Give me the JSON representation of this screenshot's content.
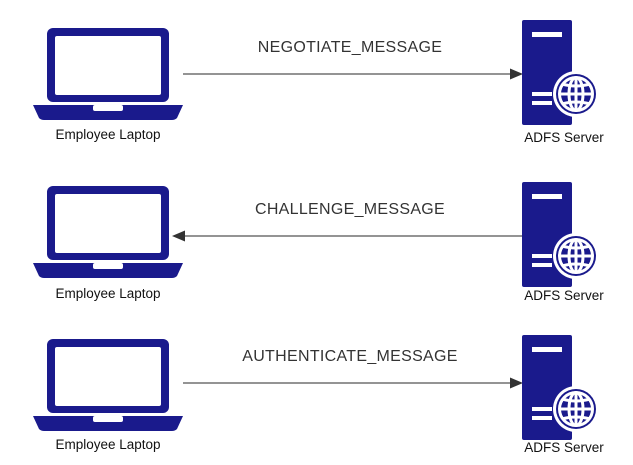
{
  "colors": {
    "device": "#1a1a8c",
    "arrow": "#555555",
    "text": "#111111"
  },
  "rows": [
    {
      "laptop_label": "Employee Laptop",
      "message": "NEGOTIATE_MESSAGE",
      "server_label": "ADFS Server",
      "direction": "to-server"
    },
    {
      "laptop_label": "Employee Laptop",
      "message": "CHALLENGE_MESSAGE",
      "server_label": "ADFS Server",
      "direction": "to-laptop"
    },
    {
      "laptop_label": "Employee Laptop",
      "message": "AUTHENTICATE_MESSAGE",
      "server_label": "ADFS Server",
      "direction": "to-server"
    }
  ],
  "icons": {
    "laptop": "laptop-icon",
    "server": "server-globe-icon"
  }
}
